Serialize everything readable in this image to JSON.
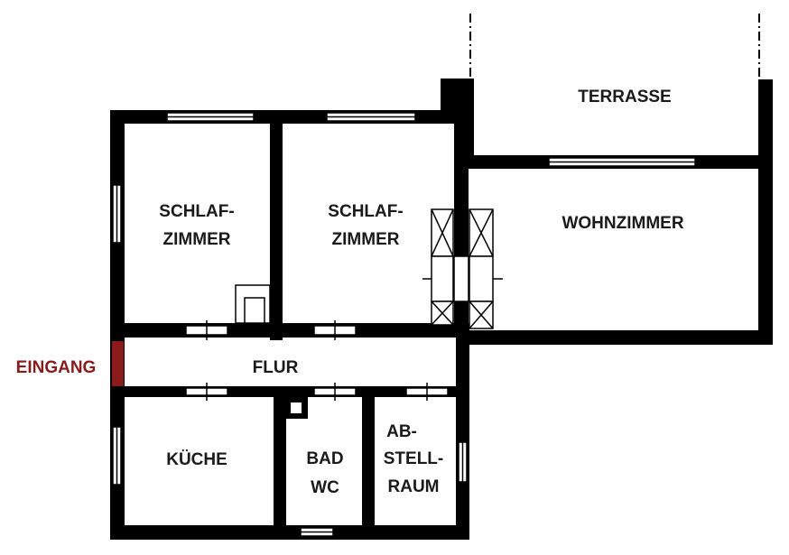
{
  "colors": {
    "wall": "#000000",
    "background": "#ffffff",
    "entrance": "#8b1a1a"
  },
  "labels": {
    "terrasse": "TERRASSE",
    "schlafzimmer_1": [
      "SCHLAF-",
      "ZIMMER"
    ],
    "schlafzimmer_2": [
      "SCHLAF-",
      "ZIMMER"
    ],
    "wohnzimmer": "WOHNZIMMER",
    "eingang": "EINGANG",
    "flur": "FLUR",
    "kueche": "KÜCHE",
    "bad": [
      "BAD",
      "WC"
    ],
    "abstellraum": [
      "AB-",
      "STELL-",
      "RAUM"
    ]
  }
}
